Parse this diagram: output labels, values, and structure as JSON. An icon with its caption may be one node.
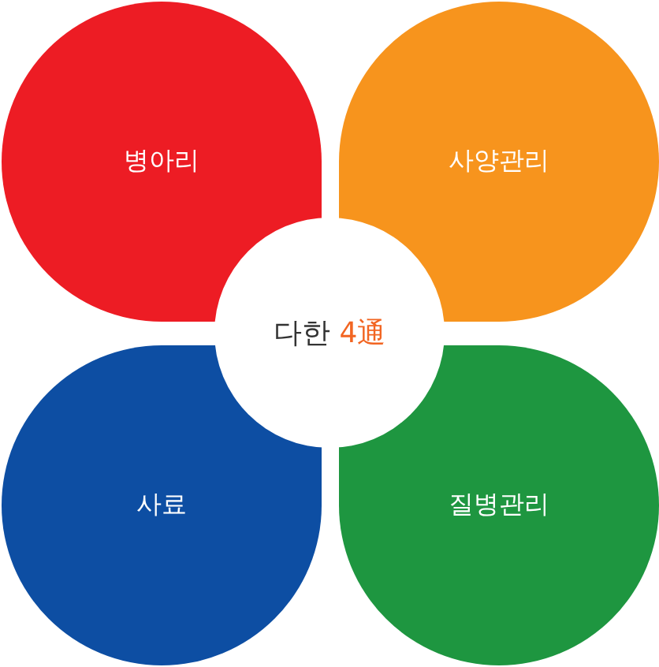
{
  "diagram": {
    "nodes": [
      {
        "text": [
          "병아리"
        ]
      },
      {
        "text": [
          "사양관리"
        ]
      },
      {
        "text": [
          "다한",
          "4通"
        ]
      },
      {
        "text": [
          "사료"
        ]
      },
      {
        "text": [
          "질병관리"
        ]
      }
    ]
  }
}
